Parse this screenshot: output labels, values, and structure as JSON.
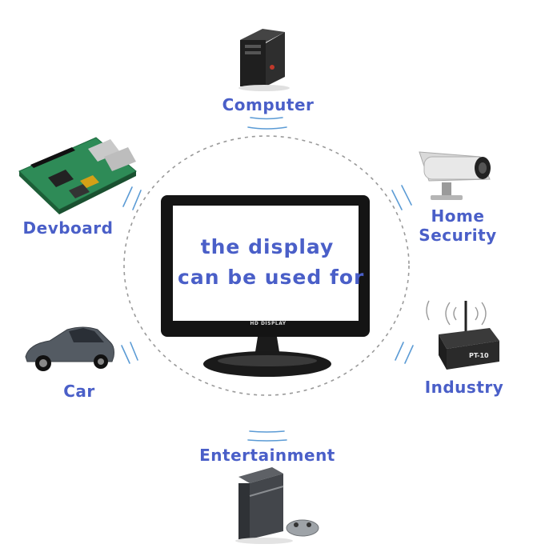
{
  "screen": {
    "line1": "the  display",
    "line2": "can be used for",
    "brand": "HD DISPLAY"
  },
  "uses": {
    "computer": "Computer",
    "home_line1": "Home",
    "home_line2": "Security",
    "devboard": "Devboard",
    "industry": "Industry",
    "car": "Car",
    "entertainment": "Entertainment"
  },
  "device_text": {
    "router_badge": "PT-10"
  },
  "colors": {
    "label": "#4a5fc8",
    "signal": "#5b9bd5",
    "dashed_circle": "#9a9a9a"
  }
}
